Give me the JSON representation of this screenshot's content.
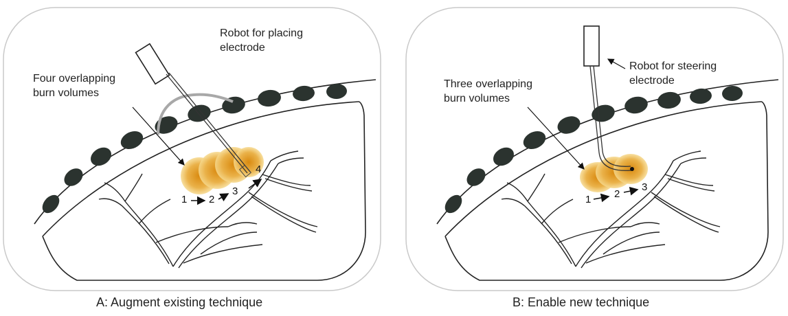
{
  "panel_a": {
    "robot_label_line1": "Robot for placing",
    "robot_label_line2": "electrode",
    "burn_label_line1": "Four overlapping",
    "burn_label_line2": "burn volumes",
    "steps": [
      "1",
      "2",
      "3",
      "4"
    ],
    "caption": "A: Augment existing technique"
  },
  "panel_b": {
    "robot_label_line1": "Robot for steering",
    "robot_label_line2": "electrode",
    "burn_label_line1": "Three overlapping",
    "burn_label_line2": "burn volumes",
    "steps": [
      "1",
      "2",
      "3"
    ],
    "caption": "B: Enable new technique"
  },
  "colors": {
    "frame": "#c9c9c9",
    "organ_outline": "#222222",
    "rib": "#2b332f",
    "burn_core": "#e59a1a",
    "burn_edge": "#f3cf75",
    "robot_arc": "#a8a8a8"
  }
}
